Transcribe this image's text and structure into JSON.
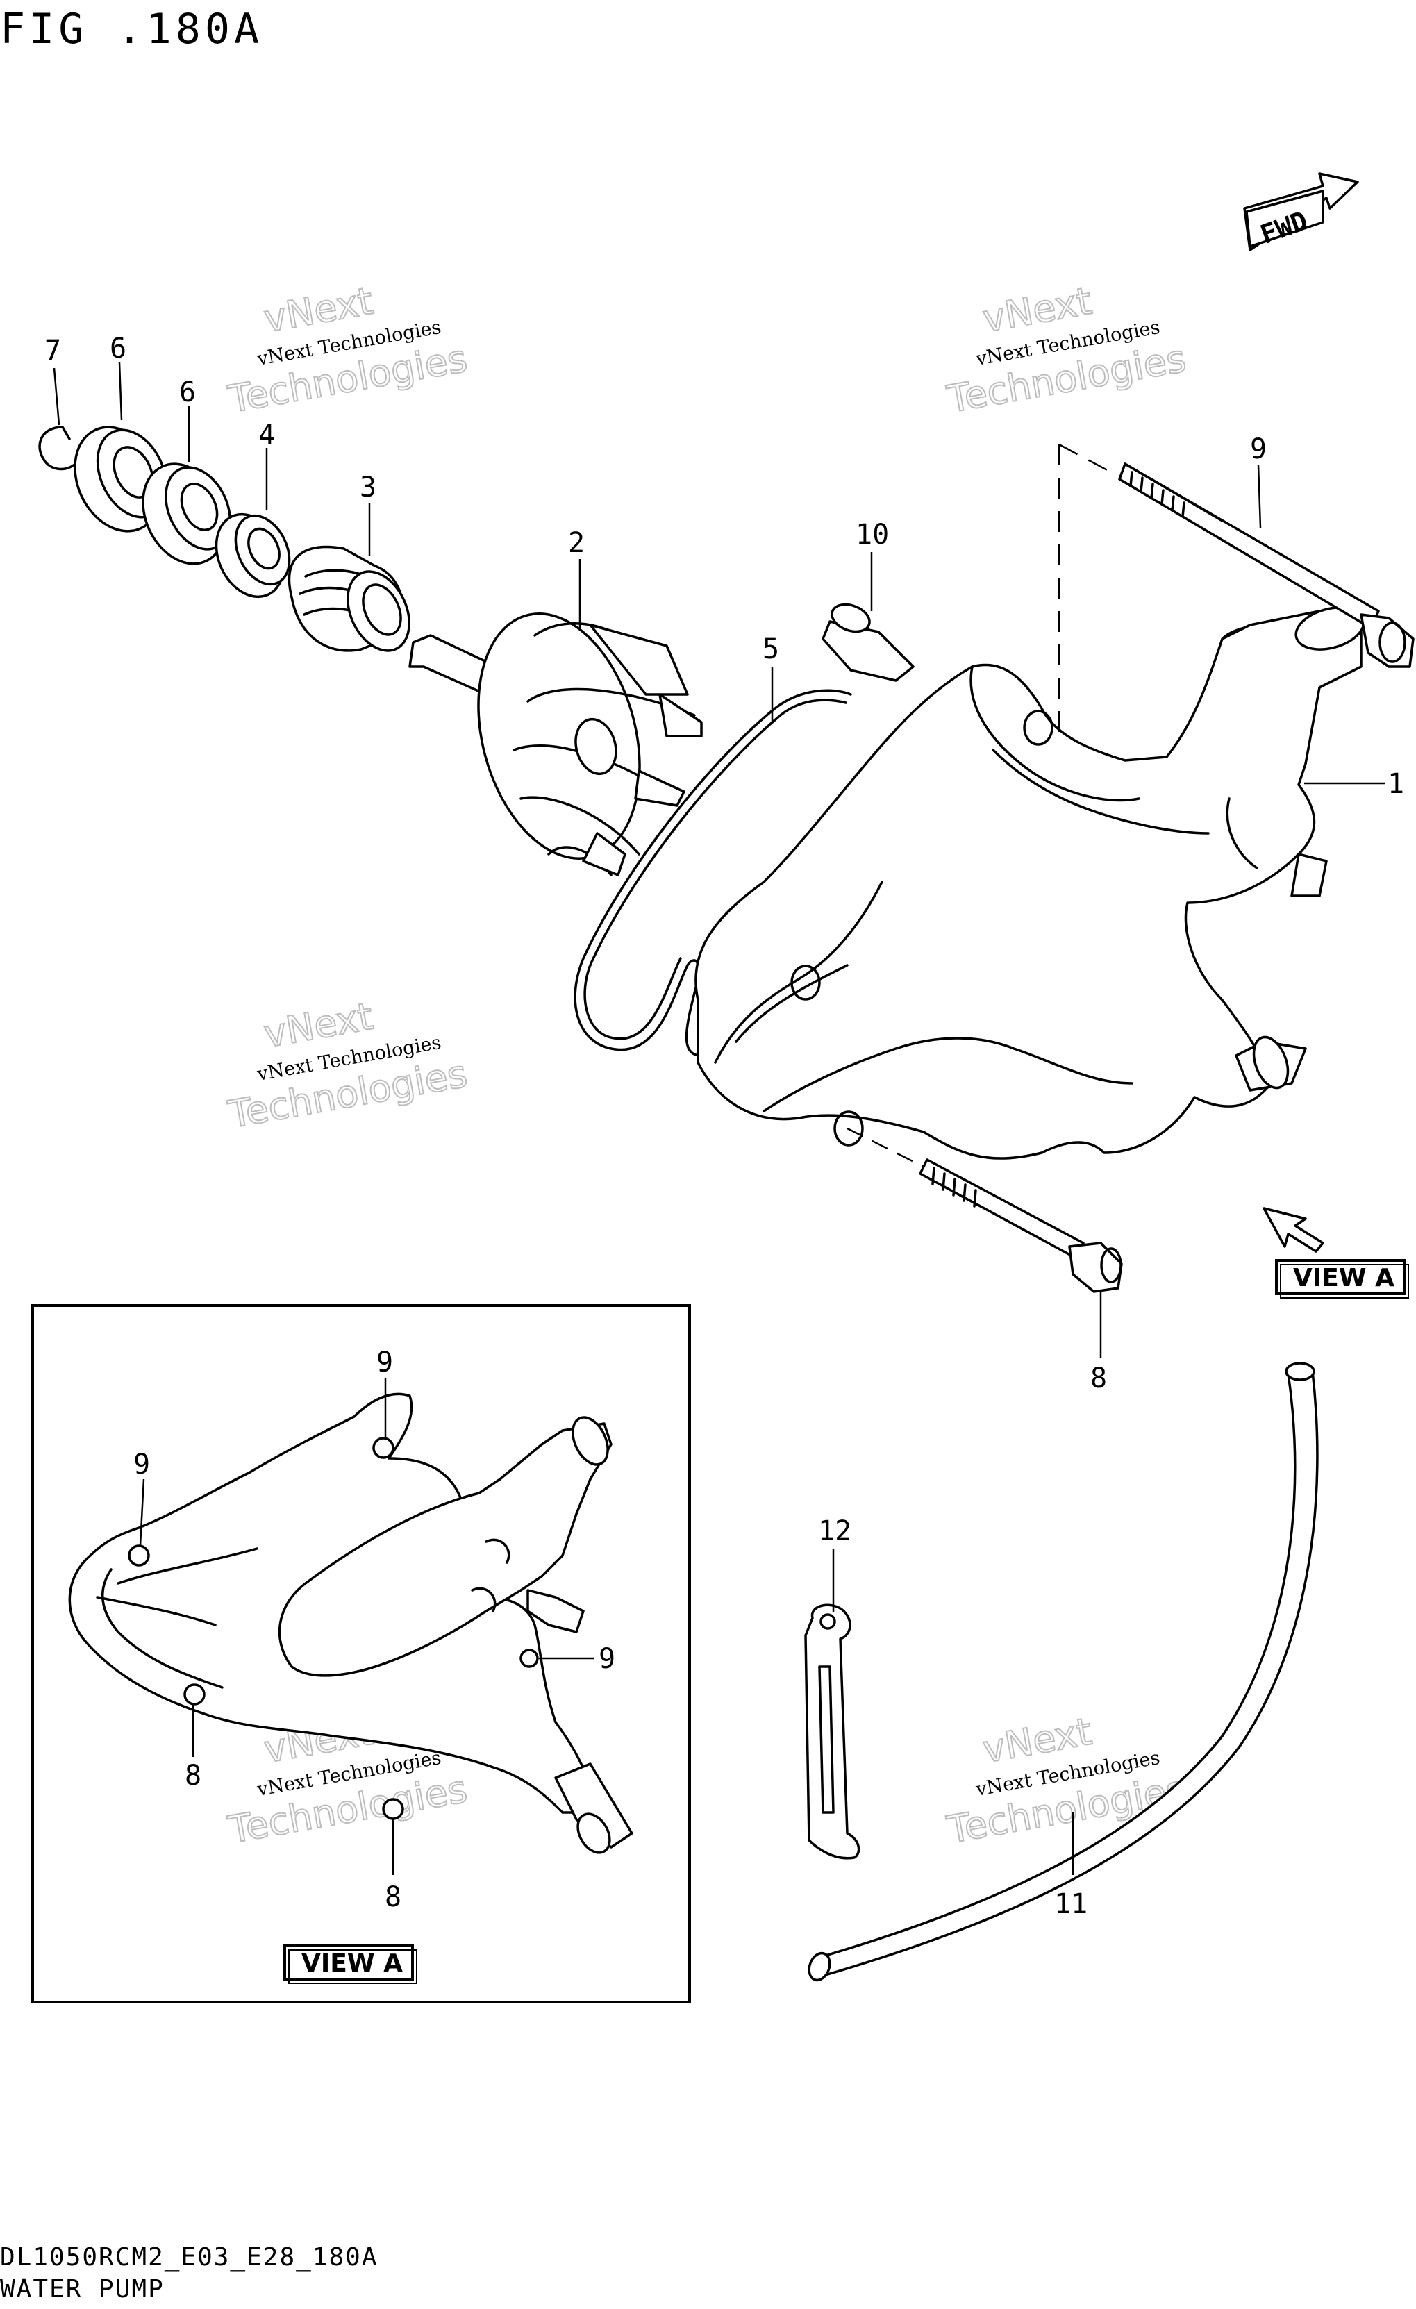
{
  "header": {
    "figure_title": "FIG .180A"
  },
  "footer": {
    "model_code": "DL1050RCM2_E03_E28_180A",
    "section_title": "WATER PUMP"
  },
  "direction_marker": {
    "label": "FWD"
  },
  "view_labels": {
    "main": "VIEW A",
    "inset": "VIEW A"
  },
  "watermark": {
    "line1": "vNext Technologies",
    "line2": "vNext",
    "line3": "Technologies"
  },
  "callouts": {
    "c1": "1",
    "c2": "2",
    "c3": "3",
    "c4": "4",
    "c5": "5",
    "c6a": "6",
    "c6b": "6",
    "c7": "7",
    "c8": "8",
    "c9": "9",
    "c10": "10",
    "c11": "11",
    "c12": "12",
    "inset_9a": "9",
    "inset_9b": "9",
    "inset_9c": "9",
    "inset_8a": "8",
    "inset_8b": "8"
  }
}
